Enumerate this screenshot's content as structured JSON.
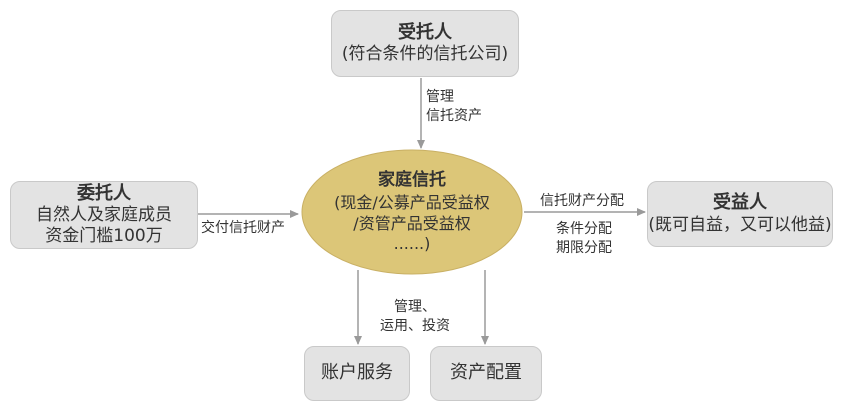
{
  "trustee": {
    "title": "受托人",
    "subtitle": "(符合条件的信托公司)"
  },
  "settlor": {
    "title": "委托人",
    "line1": "自然人及家庭成员",
    "line2": "资金门槛100万"
  },
  "beneficiary": {
    "title": "受益人",
    "subtitle": "(既可自益，又可以他益)"
  },
  "center": {
    "title": "家庭信托",
    "line1": "(现金/公募产品受益权",
    "line2": "/资管产品受益权",
    "line3": "......)"
  },
  "edges": {
    "manage_line1": "管理",
    "manage_line2": "信托资产",
    "deliver": "交付信托财产",
    "distribute_top": "信托财产分配",
    "distribute_line1": "条件分配",
    "distribute_line2": "期限分配",
    "use_line1": "管理、",
    "use_line2": "运用、投资"
  },
  "services": {
    "account": "账户服务",
    "allocation": "资产配置"
  },
  "colors": {
    "box_fill": "#e3e3e3",
    "ellipse_fill": "#dcc678",
    "arrow": "#9a9a9a"
  }
}
